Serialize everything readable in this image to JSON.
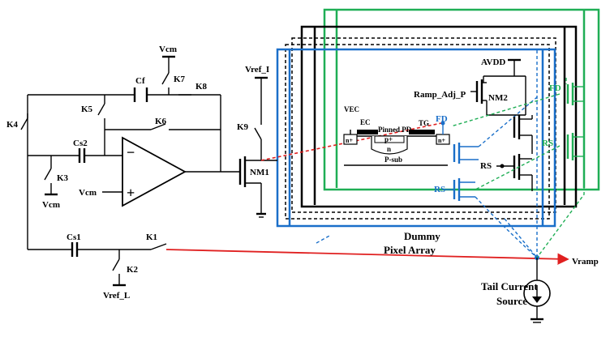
{
  "colors": {
    "wire": "#000000",
    "pixel_blue": "#1a6fc9",
    "pixel_green": "#1fae55",
    "ramp_red": "#e02020"
  },
  "labels": {
    "vcm_top": "Vcm",
    "k7": "K7",
    "cf": "Cf",
    "k8": "K8",
    "k5": "K5",
    "k6": "K6",
    "k4": "K4",
    "cs2": "Cs2",
    "k3": "K3",
    "vcm_k3": "Vcm",
    "vcm_opamp": "Vcm",
    "opamp_minus": "−",
    "opamp_plus": "+",
    "vref_i": "Vref_I",
    "k9": "K9",
    "nm1": "NM1",
    "cs1": "Cs1",
    "k1": "K1",
    "k2": "K2",
    "vref_l": "Vref_L",
    "vramp": "Vramp",
    "tail_line1": "Tail Current",
    "tail_line2": "Source",
    "dummy_line1": "Dummy",
    "dummy_line2": "Pixel Array",
    "avdd": "AVDD",
    "ramp_adj_p": "Ramp_Adj_P",
    "nm2": "NM2",
    "vec": "VEC",
    "ec": "EC",
    "pinned_pd": "Pinned PD",
    "tg": "TG",
    "fd_blue": "FD",
    "p_plus": "p+",
    "n": "n",
    "n_plus_left": "n+",
    "n_plus_right": "n+",
    "p_sub": "P-sub",
    "rs_black": "RS",
    "rs_blue": "RS",
    "fd_green": "FD",
    "rs_green": "RS"
  }
}
